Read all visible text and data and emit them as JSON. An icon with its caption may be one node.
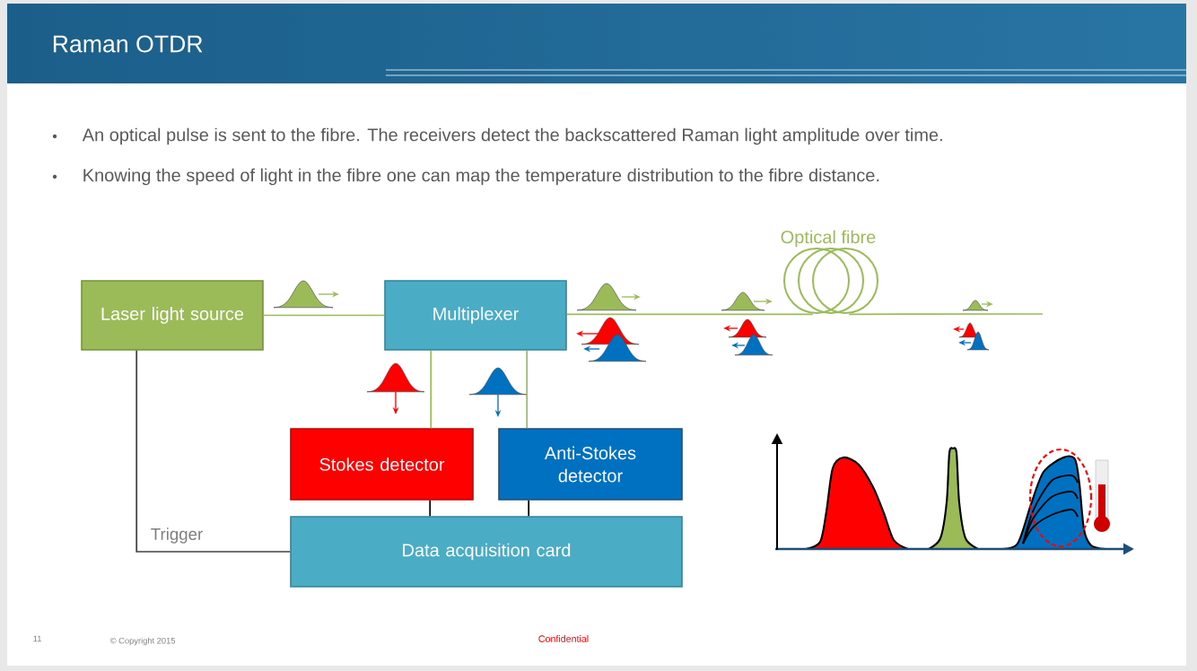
{
  "diagram": {
    "title": "Raman OTDR",
    "nodes": [
      {
        "text": [
          "Laser light source"
        ]
      },
      {
        "text": [
          "Multiplexer"
        ]
      },
      {
        "text": [
          "Stokes detector"
        ]
      },
      {
        "text": [
          "Anti-Stokes detector"
        ]
      },
      {
        "text": [
          "Data acquisition card"
        ]
      },
      {
        "text": [
          "Optical fibre"
        ]
      }
    ],
    "edges": [
      {
        "from": 0,
        "to": 1,
        "arrow": "none"
      },
      {
        "from": 1,
        "to": 5,
        "arrow": "none"
      },
      {
        "from": 5,
        "to": null,
        "arrow": "none"
      },
      {
        "from": 1,
        "to": 2,
        "arrow": "none"
      },
      {
        "from": 1,
        "to": 3,
        "arrow": "none"
      },
      {
        "from": 2,
        "to": 4,
        "arrow": "none",
        "color": "#000000"
      },
      {
        "from": 3,
        "to": 4,
        "arrow": "none",
        "color": "#000000"
      },
      {
        "from": 0,
        "to": 4,
        "arrow": "none",
        "label": "Trigger",
        "color": "#404040"
      }
    ],
    "labels": [
      "An optical pulse is sent to the fibre. The receivers detect the backscattered Raman light amplitude over time.",
      "Knowing the speed of light in the fibre one can map the temperature distribution to the fibre distance.",
      "11",
      "© Copyright 2015",
      "Confidential"
    ]
  }
}
